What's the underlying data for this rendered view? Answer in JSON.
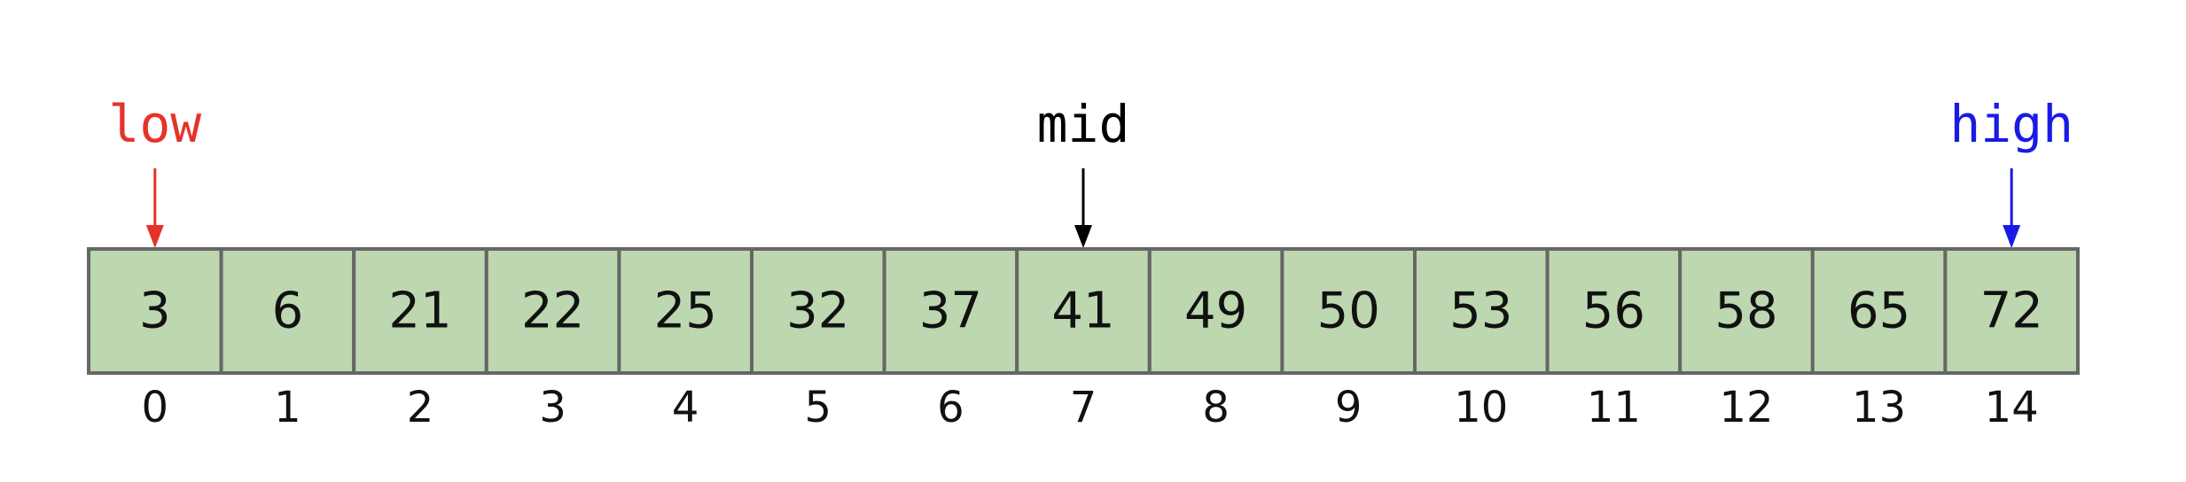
{
  "array": {
    "values": [
      3,
      6,
      21,
      22,
      25,
      32,
      37,
      41,
      49,
      50,
      53,
      56,
      58,
      65,
      72
    ],
    "indices": [
      0,
      1,
      2,
      3,
      4,
      5,
      6,
      7,
      8,
      9,
      10,
      11,
      12,
      13,
      14
    ],
    "cell_fill": "#bdd7b0",
    "cell_stroke": "#666666"
  },
  "pointers": [
    {
      "name": "low",
      "label": "low",
      "index": 0,
      "color": "#e5332a"
    },
    {
      "name": "mid",
      "label": "mid",
      "index": 7,
      "color": "#000000"
    },
    {
      "name": "high",
      "label": "high",
      "index": 14,
      "color": "#1a1ae6"
    }
  ]
}
